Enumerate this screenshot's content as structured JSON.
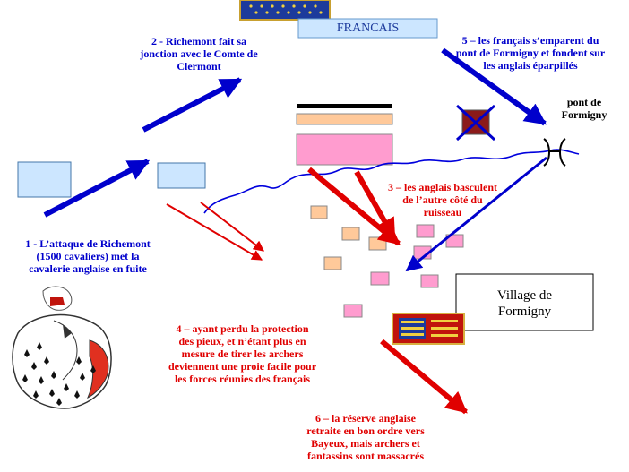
{
  "labels": {
    "francais": "FRANCAIS",
    "step1": "1 - L’attaque de Richemont\n(1500 cavaliers) met la\ncavalerie anglaise en fuite",
    "step2": "2 - Richemont fait sa\njonction avec le Comte de\nClermont",
    "step3": "3 – les anglais basculent\nde l’autre côté du\nruisseau",
    "step4": "4 – ayant perdu la protection\ndes pieux, et n’étant plus en\nmesure de tirer les archers\ndeviennent une proie facile pour\nles forces réunies des français",
    "step5": "5 – les français s’emparent du\npont de Formigny et fondent sur\nles anglais éparpillés",
    "step6": "6 – la réserve anglaise\nretraite en bon ordre vers\nBayeux, mais archers et\nfantassins sont massacrés",
    "bridge": "pont de\nFormigny",
    "village": "Village de\nFormigny"
  },
  "colors": {
    "french_blue": "#0000cc",
    "english_red": "#e00000",
    "french_box": "#cce6ff",
    "pink": "#ff9ccf",
    "peach": "#ffc99a",
    "flag_blue": "#1c3a9c",
    "english_banner": "#c0140c"
  }
}
